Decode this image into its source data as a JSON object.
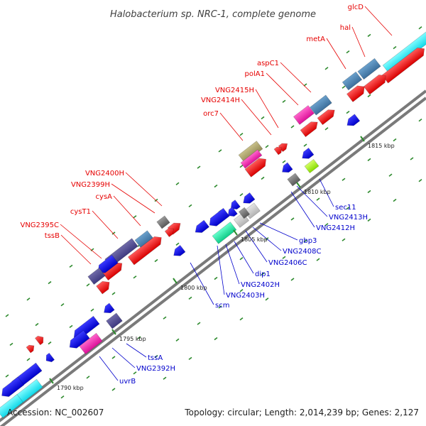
{
  "title": "Halobacterium sp. NRC-1, complete genome",
  "footer": {
    "accession": "Accession: NC_002607",
    "summary": "Topology: circular; Length: 2,014,239 bp; Genes: 2,127"
  },
  "colors": {
    "forward_label": "#e60000",
    "reverse_label": "#0000cc",
    "backbone": "#7a7a7a"
  },
  "ticks": [
    "1790 kbp",
    "1795 kbp",
    "1800 kbp",
    "1805 kbp",
    "1810 kbp",
    "1815 kbp"
  ],
  "forward_labels": [
    "glcD",
    "hal",
    "metA",
    "aspC1",
    "polA1",
    "VNG2415H",
    "VNG2414H",
    "orc7",
    "VNG2400H",
    "VNG2399H",
    "cysA",
    "cysT1",
    "VNG2395C",
    "tssB"
  ],
  "reverse_labels": [
    "sec11",
    "VNG2413H",
    "VNG2412H",
    "gbp3",
    "VNG2408C",
    "VNG2406C",
    "dip1",
    "VNG2402H",
    "VNG2403H",
    "scm",
    "tssA",
    "VNG2392H",
    "uvrB"
  ]
}
